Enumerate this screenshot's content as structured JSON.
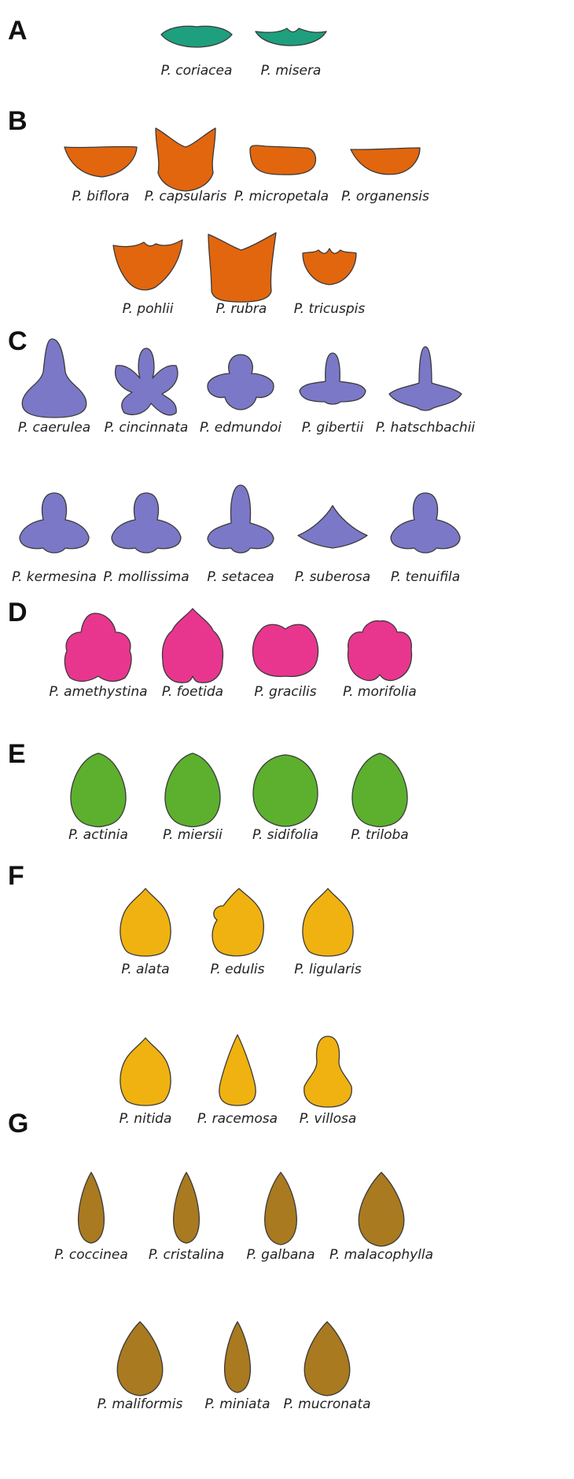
{
  "panels": [
    {
      "letter": "A",
      "color": "#1e9f7e",
      "rows": [
        [
          {
            "name": "P. coriacea",
            "shape": "crescent-flat"
          },
          {
            "name": "P. misera",
            "shape": "crescent-notched"
          }
        ]
      ]
    },
    {
      "letter": "B",
      "color": "#e2660e",
      "rows": [
        [
          {
            "name": "P. biflora",
            "shape": "wide-trapezoid"
          },
          {
            "name": "P. capsularis",
            "shape": "deep-v-lobes"
          },
          {
            "name": "P. micropetala",
            "shape": "rounded-bar"
          },
          {
            "name": "P. organensis",
            "shape": "half-moon-bar"
          }
        ],
        [
          {
            "name": "P. pohlii",
            "shape": "three-point-cup"
          },
          {
            "name": "P. rubra",
            "shape": "square-two-lobe"
          },
          {
            "name": "P. tricuspis",
            "shape": "tricuspid-cup"
          }
        ]
      ]
    },
    {
      "letter": "C",
      "color": "#7b78c7",
      "rows": [
        [
          {
            "name": "P. caerulea",
            "shape": "bell-tall"
          },
          {
            "name": "P. cincinnata",
            "shape": "five-lobed"
          },
          {
            "name": "P. edmundoi",
            "shape": "round-cross"
          },
          {
            "name": "P. gibertii",
            "shape": "slim-trident"
          },
          {
            "name": "P. hatschbachii",
            "shape": "wide-trident"
          }
        ],
        [
          {
            "name": "P. kermesina",
            "shape": "tulip-trident"
          },
          {
            "name": "P. mollissima",
            "shape": "tulip-trident"
          },
          {
            "name": "P. setacea",
            "shape": "tall-trident"
          },
          {
            "name": "P. suberosa",
            "shape": "wide-triangle"
          },
          {
            "name": "P. tenuifila",
            "shape": "tulip-trident"
          }
        ]
      ]
    },
    {
      "letter": "D",
      "color": "#e8368f",
      "rows": [
        [
          {
            "name": "P. amethystina",
            "shape": "ivy-lobed"
          },
          {
            "name": "P. foetida",
            "shape": "pointed-heart"
          },
          {
            "name": "P. gracilis",
            "shape": "rounded-heart"
          },
          {
            "name": "P. morifolia",
            "shape": "notched-heart"
          }
        ]
      ]
    },
    {
      "letter": "E",
      "color": "#5cb02e",
      "rows": [
        [
          {
            "name": "P. actinia",
            "shape": "ovate"
          },
          {
            "name": "P. miersii",
            "shape": "ovate"
          },
          {
            "name": "P. sidifolia",
            "shape": "broad-ovate"
          },
          {
            "name": "P. triloba",
            "shape": "ovate"
          }
        ]
      ]
    },
    {
      "letter": "F",
      "color": "#f0b210",
      "rows": [
        [
          {
            "name": "P. alata",
            "shape": "pointed-ovate"
          },
          {
            "name": "P. edulis",
            "shape": "shouldered-ovate"
          },
          {
            "name": "P. ligularis",
            "shape": "pointed-ovate"
          }
        ],
        [
          {
            "name": "P. nitida",
            "shape": "pointed-ovate"
          },
          {
            "name": "P. racemosa",
            "shape": "narrow-teardrop"
          },
          {
            "name": "P. villosa",
            "shape": "bottle"
          }
        ]
      ]
    },
    {
      "letter": "G",
      "color": "#a97a20",
      "rows": [
        [
          {
            "name": "P. coccinea",
            "shape": "slender-drop"
          },
          {
            "name": "P. cristalina",
            "shape": "slender-drop"
          },
          {
            "name": "P. galbana",
            "shape": "drop"
          },
          {
            "name": "P. malacophylla",
            "shape": "wide-drop"
          }
        ],
        [
          {
            "name": "P. maliformis",
            "shape": "wide-drop"
          },
          {
            "name": "P. miniata",
            "shape": "slender-drop"
          },
          {
            "name": "P. mucronata",
            "shape": "wide-drop"
          }
        ]
      ]
    }
  ]
}
